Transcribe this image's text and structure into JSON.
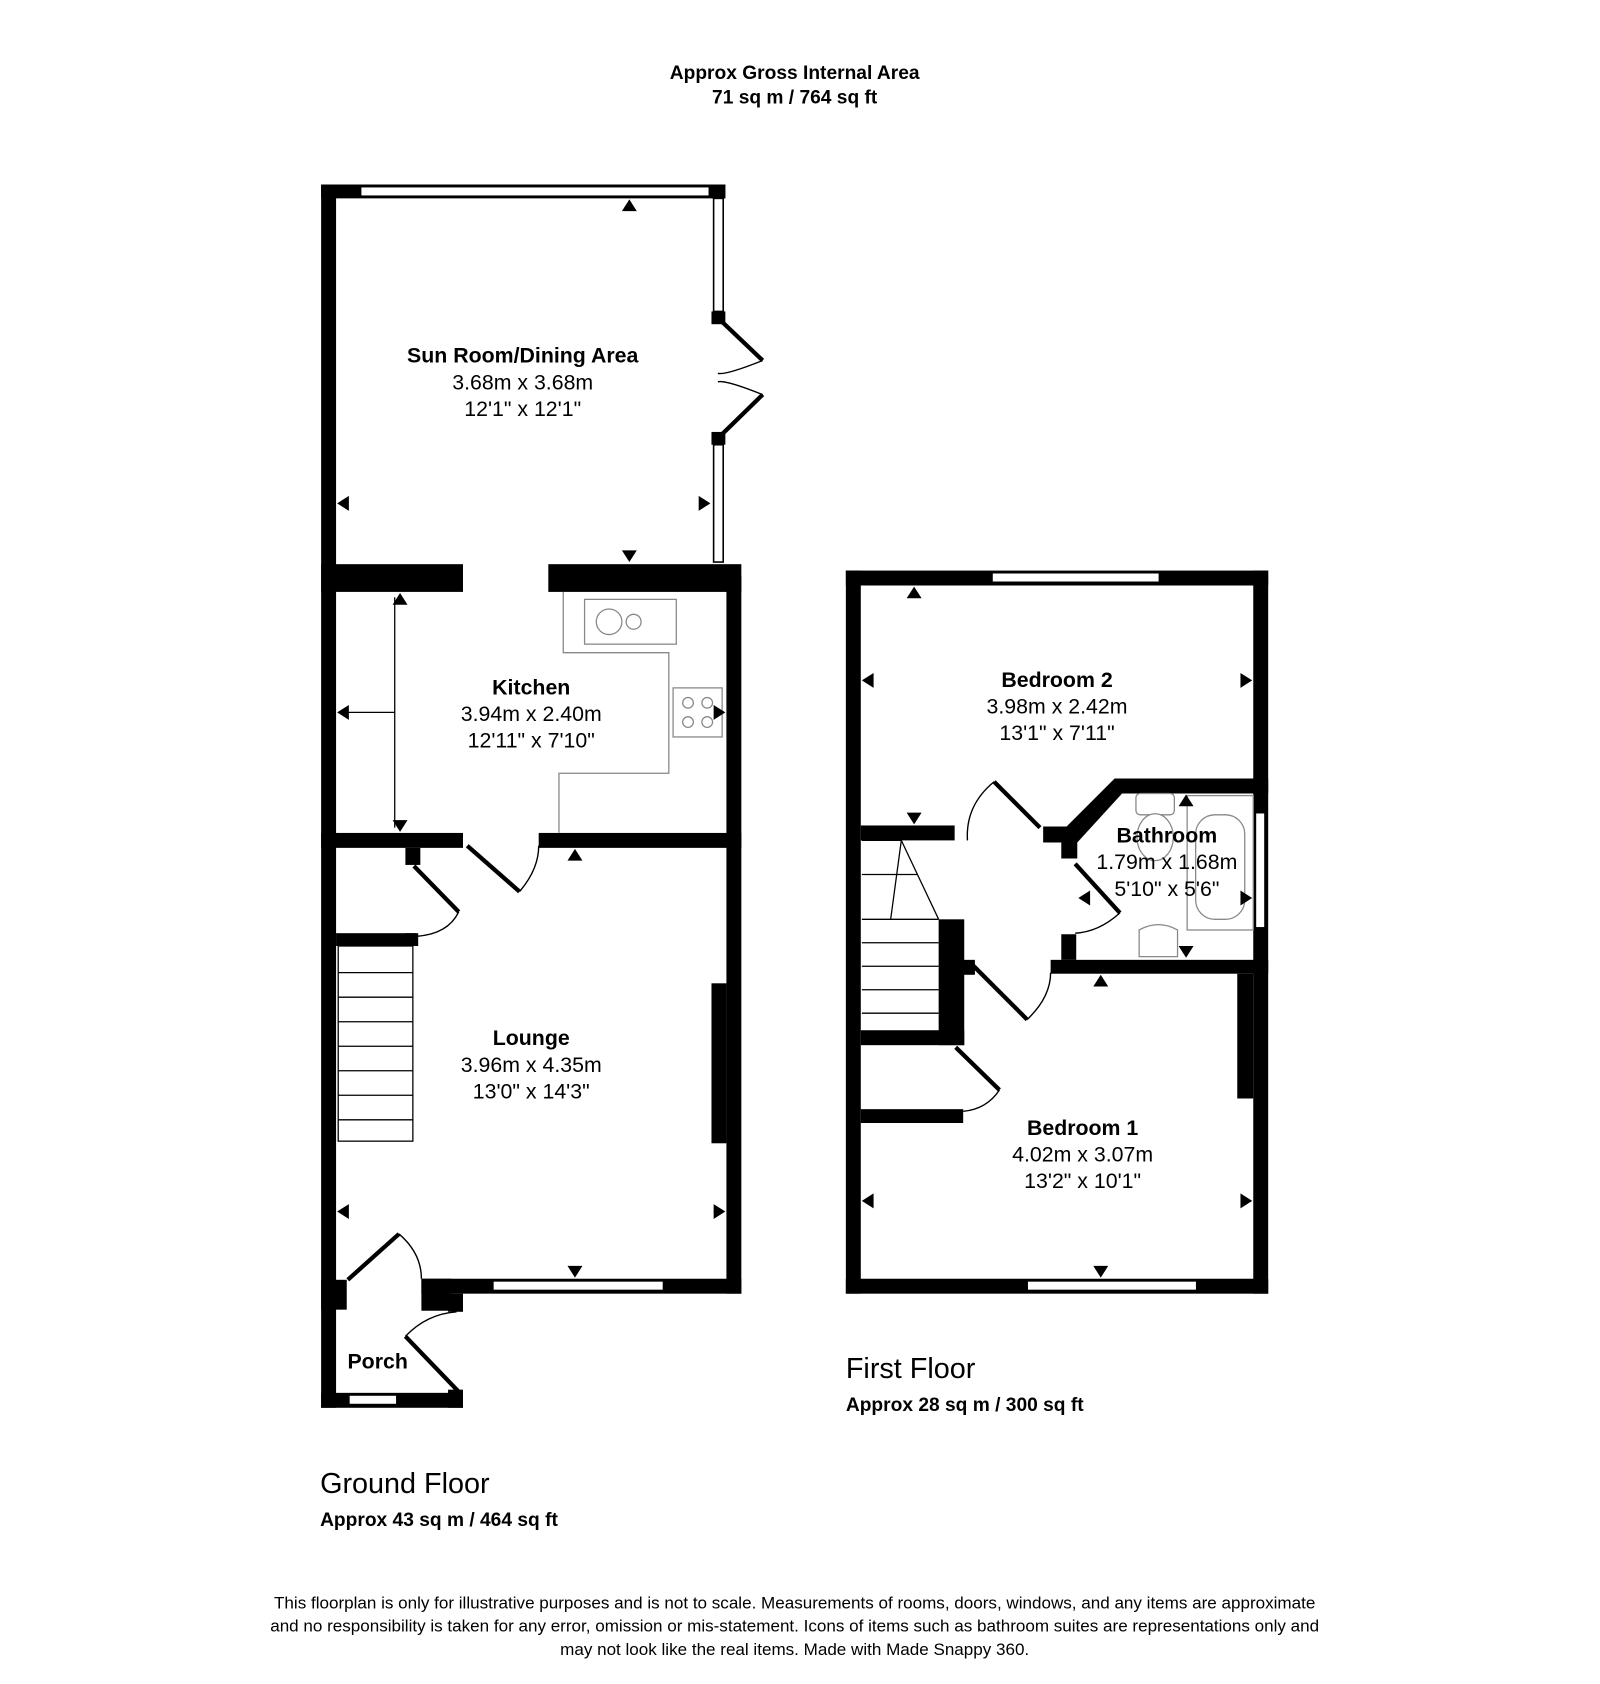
{
  "header": {
    "line1": "Approx Gross Internal Area",
    "line2": "71 sq m / 764 sq ft"
  },
  "ground_floor": {
    "title": "Ground Floor",
    "area": "Approx 43 sq m / 464 sq ft",
    "rooms": [
      {
        "name": "Sun Room/Dining Area",
        "metric": "3.68m x 3.68m",
        "imperial": "12'1\" x 12'1\""
      },
      {
        "name": "Kitchen",
        "metric": "3.94m x 2.40m",
        "imperial": "12'11\" x 7'10\""
      },
      {
        "name": "Lounge",
        "metric": "3.96m x 4.35m",
        "imperial": "13'0\" x 14'3\""
      },
      {
        "name": "Porch"
      }
    ]
  },
  "first_floor": {
    "title": "First Floor",
    "area": "Approx 28 sq m / 300 sq ft",
    "rooms": [
      {
        "name": "Bedroom 2",
        "metric": "3.98m x 2.42m",
        "imperial": "13'1\" x 7'11\""
      },
      {
        "name": "Bathroom",
        "metric": "1.79m x 1.68m",
        "imperial": "5'10\" x 5'6\""
      },
      {
        "name": "Bedroom 1",
        "metric": "4.02m x 3.07m",
        "imperial": "13'2\" x 10'1\""
      }
    ]
  },
  "disclaimer": [
    "This floorplan is only for illustrative purposes and is not to scale. Measurements of rooms, doors, windows, and any items are approximate",
    "and no responsibility is taken for any error, omission or mis-statement. Icons of items such as bathroom suites are representations only and",
    "may not look like the real items. Made with Made Snappy 360."
  ]
}
